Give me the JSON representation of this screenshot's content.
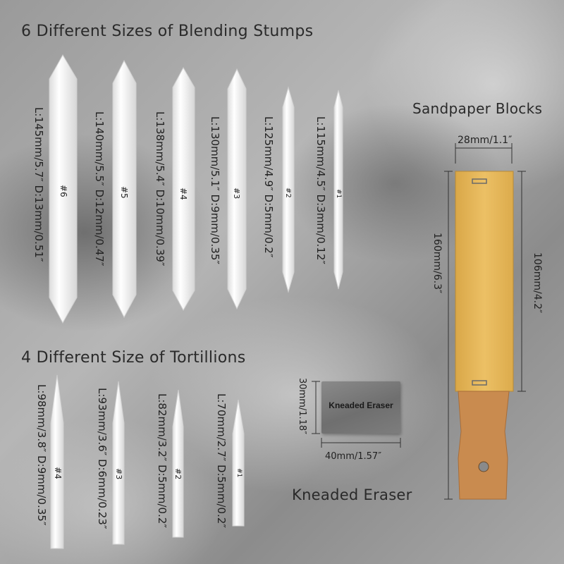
{
  "headings": {
    "stumps": "6 Different Sizes of Blending Stumps",
    "tortillions": "4 Different Size of Tortillions",
    "sandpaper": "Sandpaper Blocks",
    "eraser": "Kneaded Eraser"
  },
  "stumps": [
    {
      "number": "#6",
      "size": "L:145mm/5.7″  D:13mm/0.51″"
    },
    {
      "number": "#5",
      "size": "L:140mm/5.5″  D:12mm/0.47″"
    },
    {
      "number": "#4",
      "size": "L:138mm/5.4″  D:10mm/0.39″"
    },
    {
      "number": "#3",
      "size": "L:130mm/5.1″  D:9mm/0.35″"
    },
    {
      "number": "#2",
      "size": "L:125mm/4.9″  D:5mm/0.2″"
    },
    {
      "number": "#1",
      "size": "L:115mm/4.5″  D:3mm/0.12″"
    }
  ],
  "tortillions": [
    {
      "number": "#4",
      "size": "L:98mm/3.8″  D:9mm/0.35″"
    },
    {
      "number": "#3",
      "size": "L:93mm/3.6″  D:6mm/0.23″"
    },
    {
      "number": "#2",
      "size": "L:82mm/3.2″  D:5mm/0.2″"
    },
    {
      "number": "#1",
      "size": "L:70mm/2.7″  D:5mm/0.2″"
    }
  ],
  "sandpaper_dims": {
    "width": "28mm/1.1″",
    "total_length": "160mm/6.3″",
    "paper_length": "106mm/4.2″"
  },
  "eraser": {
    "label": "Kneaded Eraser",
    "height": "30mm/1.18″",
    "width": "40mm/1.57″"
  },
  "colors": {
    "sandpaper": "#e7b757",
    "handle": "#c9894e",
    "stump": "#f4f4f4",
    "eraser": "#7a7a7a"
  }
}
